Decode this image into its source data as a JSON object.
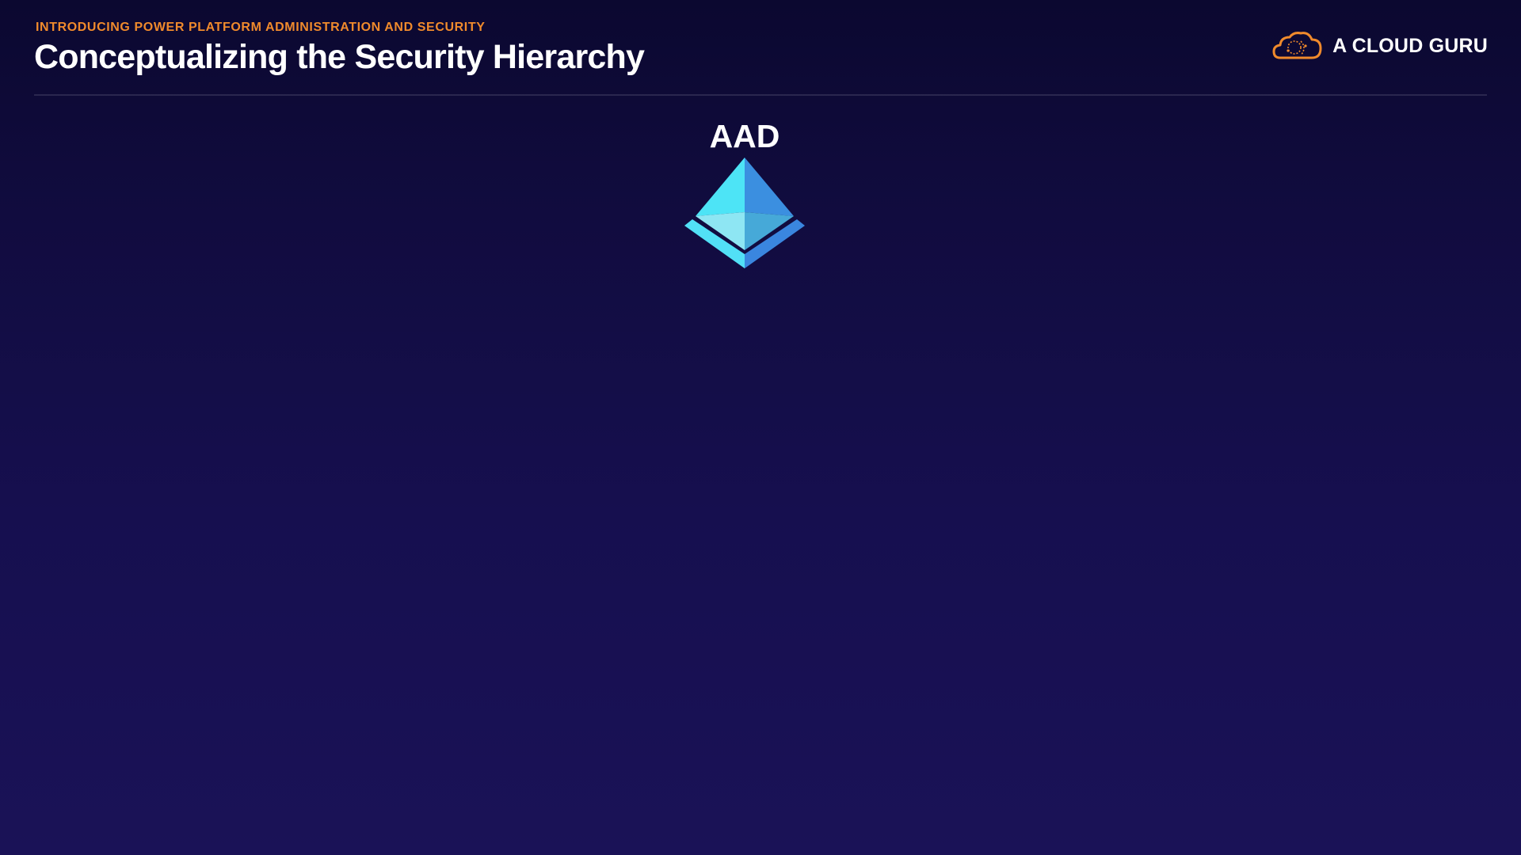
{
  "header": {
    "eyebrow": "INTRODUCING POWER PLATFORM ADMINISTRATION AND SECURITY",
    "title": "Conceptualizing the Security Hierarchy"
  },
  "brand": {
    "name": "A CLOUD GURU",
    "logo_icon": "cloud-logo-icon"
  },
  "hierarchy": {
    "nodes": [
      {
        "label": "AAD",
        "icon": "azure-active-directory-icon"
      }
    ]
  },
  "colors": {
    "accent": "#f08a2c",
    "background_top": "#0b0830",
    "background_bottom": "#1a1257",
    "text": "#ffffff"
  }
}
